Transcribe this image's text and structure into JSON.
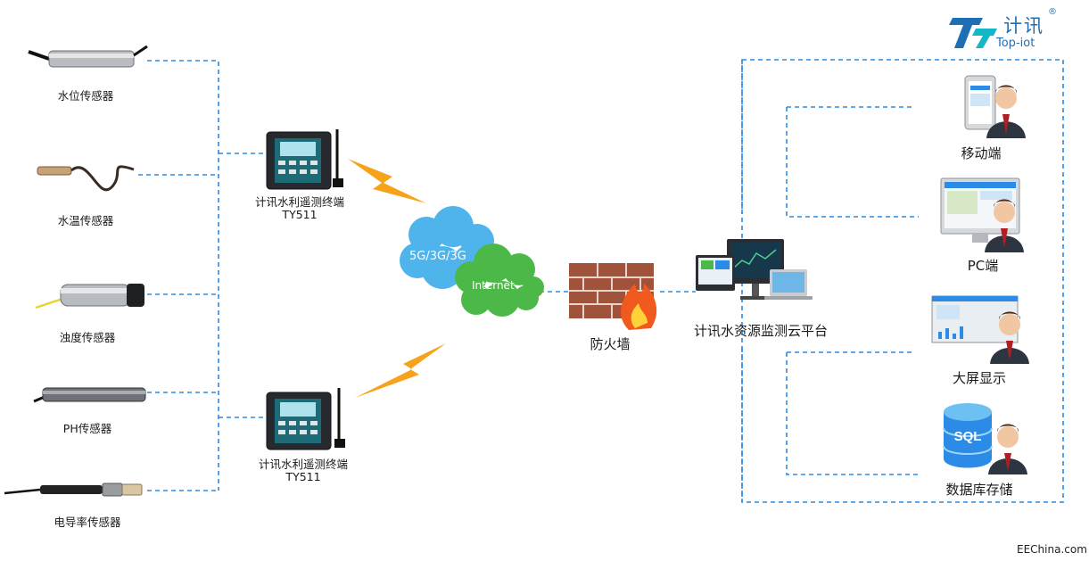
{
  "sensors": [
    {
      "label": "水位传感器"
    },
    {
      "label": "水温传感器"
    },
    {
      "label": "浊度传感器"
    },
    {
      "label": "PH传感器"
    },
    {
      "label": "电导率传感器"
    }
  ],
  "terminals": [
    {
      "line1": "计讯水利遥测终端",
      "line2": "TY511"
    },
    {
      "line1": "计讯水利遥测终端",
      "line2": "TY511"
    }
  ],
  "network": {
    "cellular_label": "5G/3G/3G",
    "internet_label": "Internet"
  },
  "firewall": {
    "label": "防火墙"
  },
  "platform": {
    "label": "计讯水资源监测云平台"
  },
  "clients": [
    {
      "label": "移动端"
    },
    {
      "label": "PC端"
    },
    {
      "label": "大屏显示"
    },
    {
      "label": "数据库存储",
      "badge": "SQL"
    }
  ],
  "logo": {
    "cn": "计讯",
    "en": "Top-iot",
    "reg": "®"
  },
  "watermark": "EEChina.com",
  "colors": {
    "link": "#2b8be6",
    "lightning": "#f7a21b",
    "cloud_blue": "#4fb4ec",
    "cloud_green": "#4cb848",
    "brand": "#1f6fb6",
    "fire": "#f05a1e"
  }
}
